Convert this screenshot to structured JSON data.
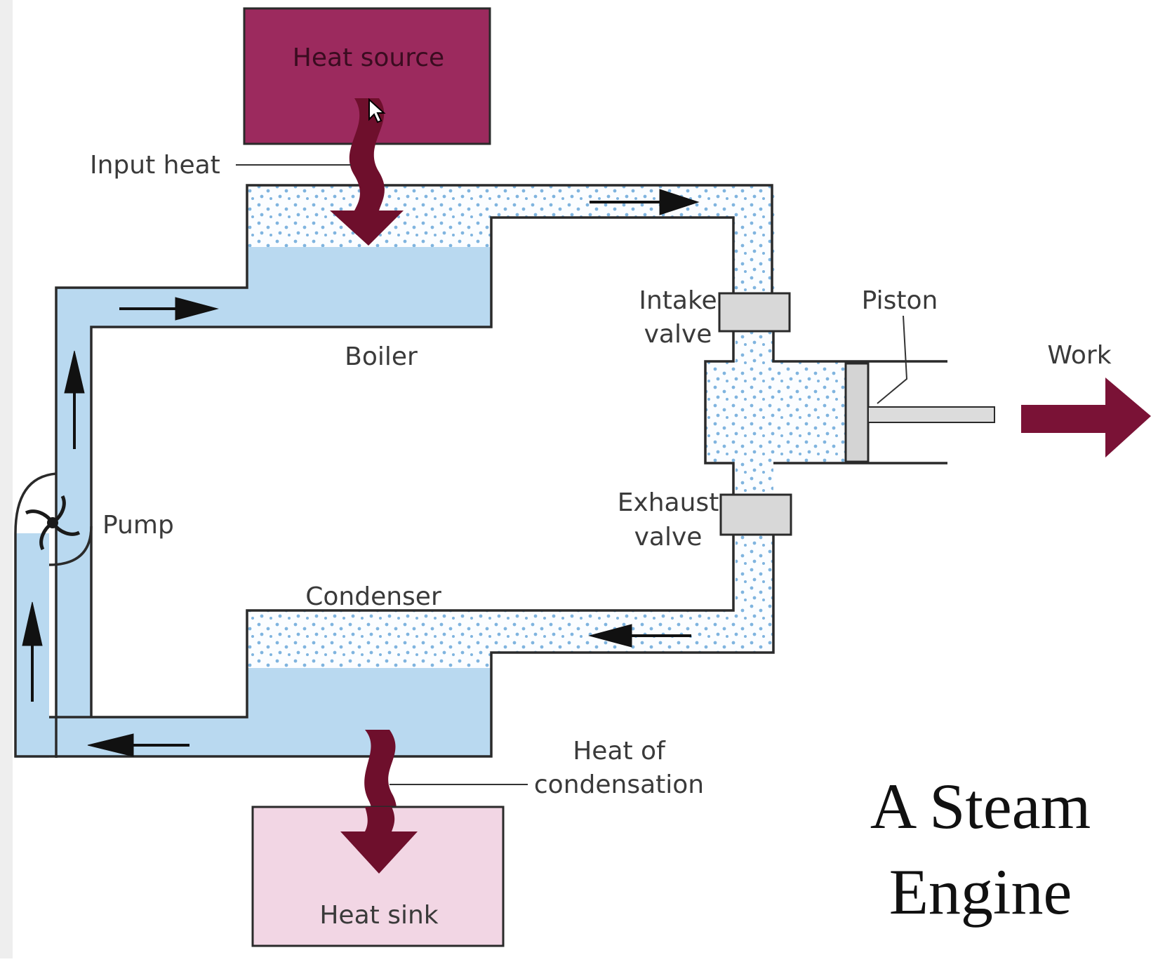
{
  "labels": {
    "heat_source": "Heat source",
    "input_heat": "Input heat",
    "boiler": "Boiler",
    "intake_valve_line1": "Intake",
    "intake_valve_line2": "valve",
    "piston": "Piston",
    "work": "Work",
    "pump": "Pump",
    "exhaust_valve_line1": "Exhaust",
    "exhaust_valve_line2": "valve",
    "condenser": "Condenser",
    "heat_of_condensation_line1": "Heat of",
    "heat_of_condensation_line2": "condensation",
    "heat_sink": "Heat sink"
  },
  "title": {
    "line1": "A Steam",
    "line2": "Engine"
  },
  "colors": {
    "heat_source": "#9c2a5e",
    "heat_sink": "#f2d6e4",
    "water": "#b9d9f0",
    "steam_dot": "#7fb4df",
    "heat_arrow": "#6e0f2c",
    "work_arrow": "#7a1236",
    "valve": "#d8d8d8",
    "outline": "#2a2a2a"
  },
  "icons": [
    "pump-fan-icon",
    "mouse-cursor-icon"
  ]
}
